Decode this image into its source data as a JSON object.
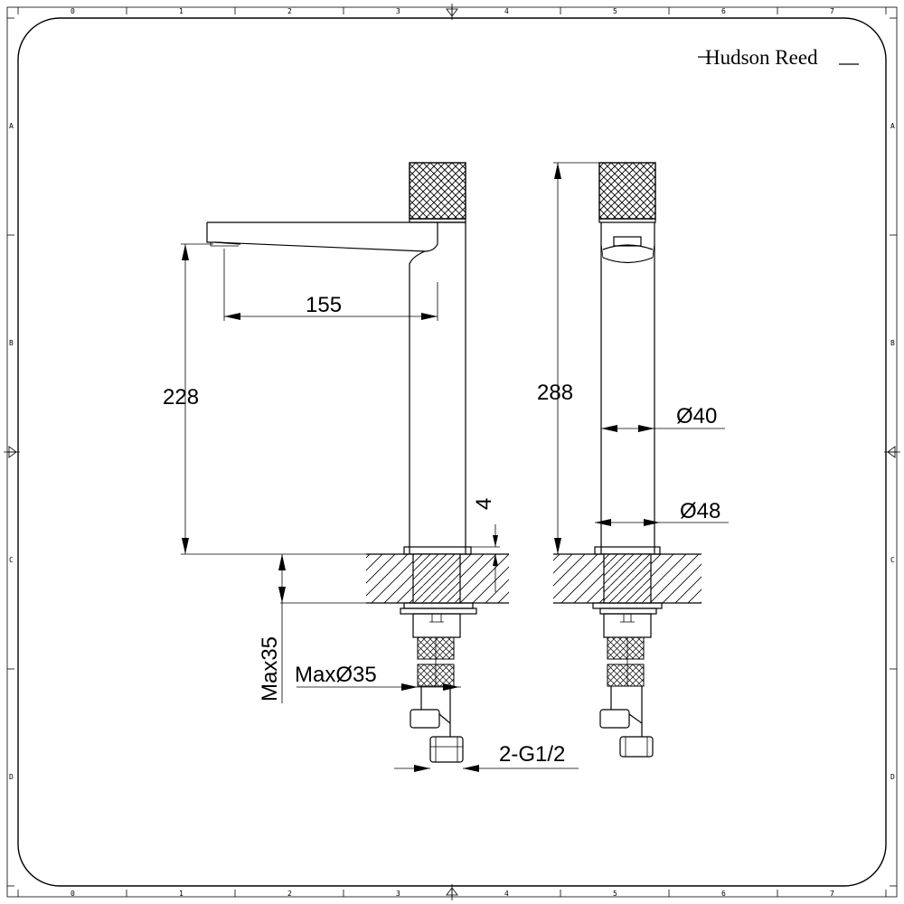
{
  "brand": {
    "name": "Hudson Reed"
  },
  "frame": {
    "column_labels": [
      "0",
      "1",
      "2",
      "3",
      "4",
      "5",
      "6",
      "7"
    ],
    "row_labels": [
      "A",
      "B",
      "C",
      "D"
    ]
  },
  "dimensions": {
    "spout_reach": "155",
    "spout_height": "228",
    "overall_height": "288",
    "body_diameter": "Ø40",
    "base_diameter": "Ø48",
    "base_plate": "4",
    "max_deck_thickness": "Max35",
    "max_hole_diameter": "MaxØ35",
    "connections": "2-G1/2"
  }
}
